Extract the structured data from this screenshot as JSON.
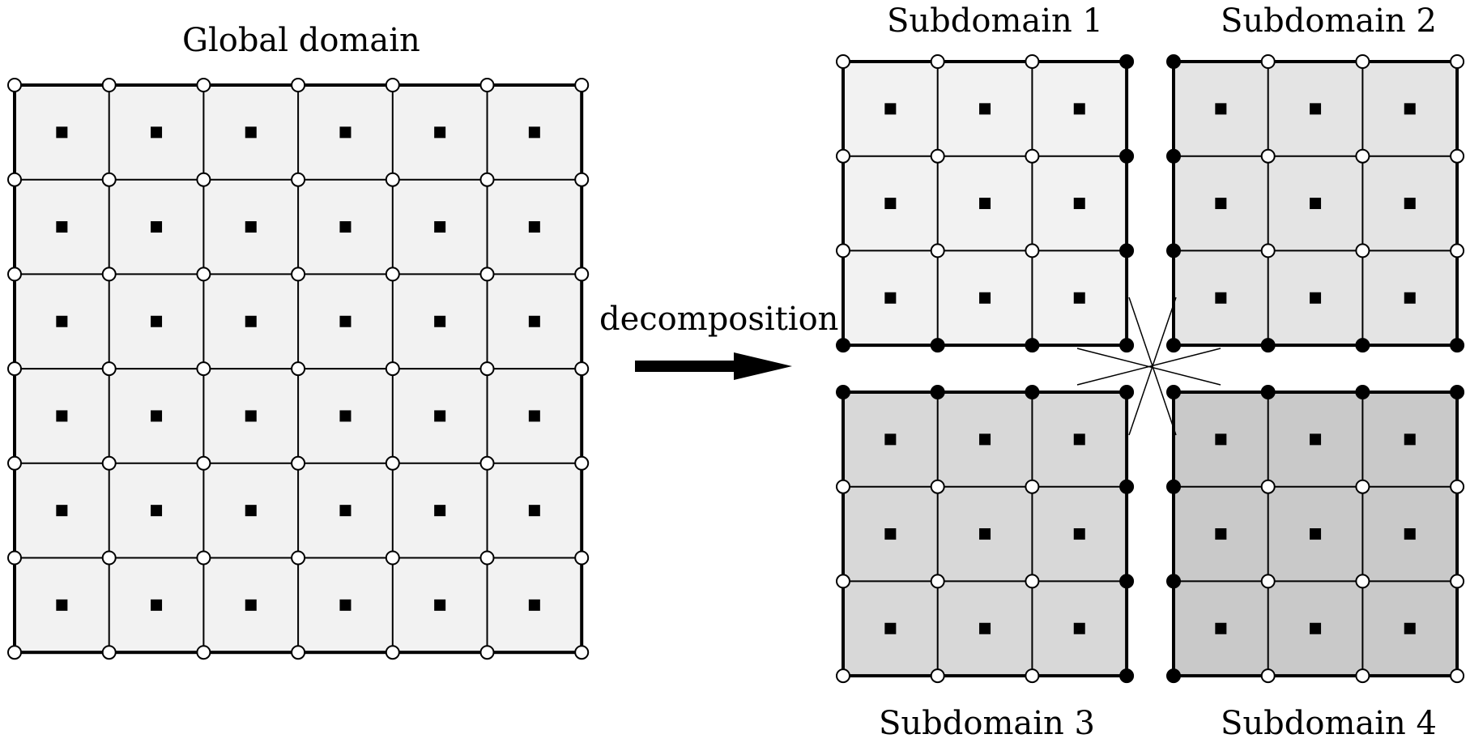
{
  "global": {
    "title": "Global domain",
    "rows": 6,
    "cols": 6,
    "fill": "#f2f2f2"
  },
  "arrow_label": "decomposition",
  "subdomains": [
    {
      "title": "Subdomain 1",
      "fill": "#f2f2f2",
      "rows": 3,
      "cols": 3,
      "filled_nodes": [
        [
          0,
          3
        ],
        [
          1,
          3
        ],
        [
          2,
          3
        ],
        [
          3,
          0
        ],
        [
          3,
          1
        ],
        [
          3,
          2
        ],
        [
          3,
          3
        ]
      ]
    },
    {
      "title": "Subdomain 2",
      "fill": "#e4e4e4",
      "rows": 3,
      "cols": 3,
      "filled_nodes": [
        [
          0,
          0
        ],
        [
          1,
          0
        ],
        [
          2,
          0
        ],
        [
          3,
          0
        ],
        [
          3,
          1
        ],
        [
          3,
          2
        ],
        [
          3,
          3
        ]
      ]
    },
    {
      "title": "Subdomain 3",
      "fill": "#d8d8d8",
      "rows": 3,
      "cols": 3,
      "filled_nodes": [
        [
          0,
          0
        ],
        [
          0,
          1
        ],
        [
          0,
          2
        ],
        [
          0,
          3
        ],
        [
          1,
          3
        ],
        [
          2,
          3
        ],
        [
          3,
          3
        ]
      ]
    },
    {
      "title": "Subdomain 4",
      "fill": "#c9c9c9",
      "rows": 3,
      "cols": 3,
      "filled_nodes": [
        [
          0,
          0
        ],
        [
          0,
          1
        ],
        [
          0,
          2
        ],
        [
          0,
          3
        ],
        [
          1,
          0
        ],
        [
          2,
          0
        ],
        [
          3,
          0
        ]
      ]
    }
  ],
  "legend_colors": {
    "open_node": "#ffffff",
    "filled_node": "#000000",
    "cell_center": "#000000",
    "line": "#000000"
  }
}
